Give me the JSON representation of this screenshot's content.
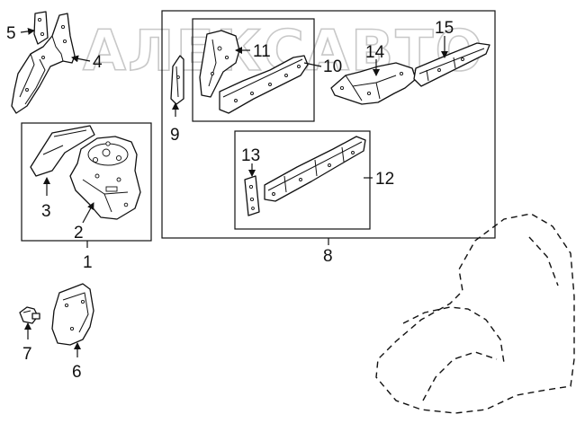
{
  "watermark": "АЛЕКСАВТО",
  "callouts": {
    "c1": "1",
    "c2": "2",
    "c3": "3",
    "c4": "4",
    "c5": "5",
    "c6": "6",
    "c7": "7",
    "c8": "8",
    "c9": "9",
    "c10": "10",
    "c11": "11",
    "c12": "12",
    "c13": "13",
    "c14": "14",
    "c15": "15"
  }
}
